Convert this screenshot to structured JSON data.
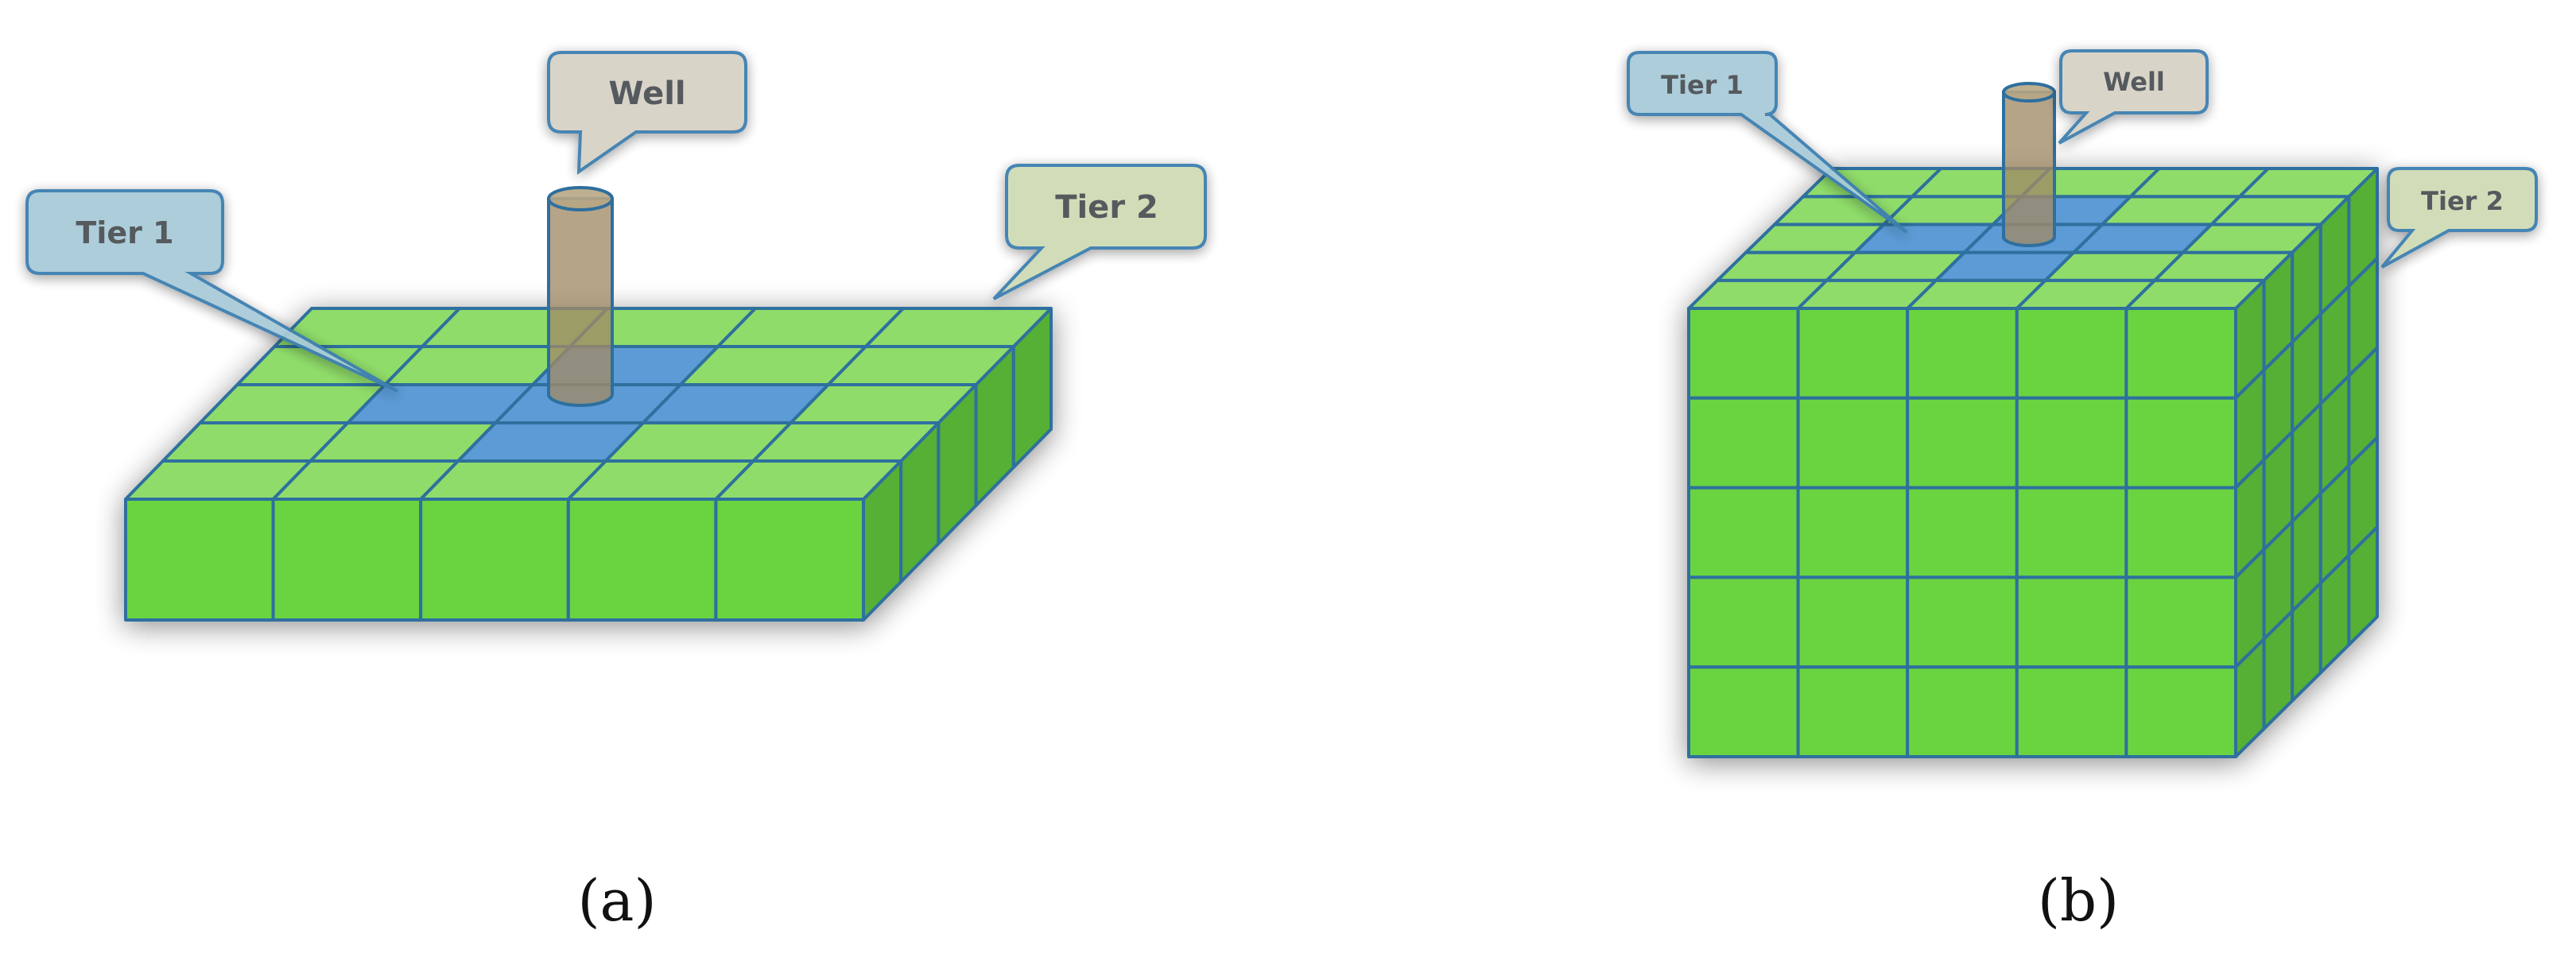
{
  "panels": [
    {
      "id": "a",
      "caption": "(a)",
      "callouts": {
        "well": "Well",
        "tier1": "Tier 1",
        "tier2": "Tier 2"
      }
    },
    {
      "id": "b",
      "caption": "(b)",
      "callouts": {
        "well": "Well",
        "tier1": "Tier 1",
        "tier2": "Tier 2"
      }
    }
  ],
  "colors": {
    "cell_top": "#8fdc6a",
    "cell_front": "#6ad43f",
    "cell_side": "#55b034",
    "cell_edge": "#2e6f9e",
    "tier1_cells": "#5b9bd5",
    "well_fill": "#a08a66",
    "callout_well": "#d7d2c6",
    "callout_tier1": "#a9cbd9",
    "callout_tier2": "#cfdcb5",
    "callout_border": "#3d7fb0"
  }
}
